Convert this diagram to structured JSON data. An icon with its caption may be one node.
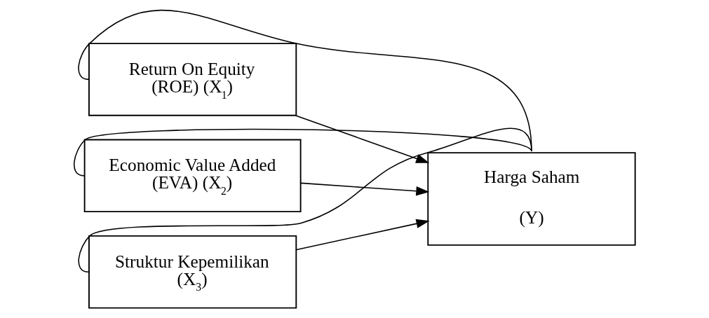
{
  "diagram": {
    "nodes": [
      {
        "text": [
          "Return On Equity (ROE) (X$_{1}$)"
        ]
      },
      {
        "text": [
          "Economic Value Added (EVA) (X$_{2}$)"
        ]
      },
      {
        "text": [
          "Struktur Kepemilikan (X$_{3}$)"
        ]
      },
      {
        "text": [
          "Harga Saham",
          "(Y)"
        ]
      }
    ],
    "edges": [
      {
        "from": 0,
        "to": 3,
        "arrow": "to"
      },
      {
        "from": 1,
        "to": 3,
        "arrow": "to"
      },
      {
        "from": 2,
        "to": 3,
        "arrow": "to"
      },
      {
        "from": 0,
        "to": 3,
        "arrow": "none"
      },
      {
        "from": 1,
        "to": 3,
        "arrow": "none"
      },
      {
        "from": 2,
        "to": 3,
        "arrow": "none"
      }
    ]
  }
}
